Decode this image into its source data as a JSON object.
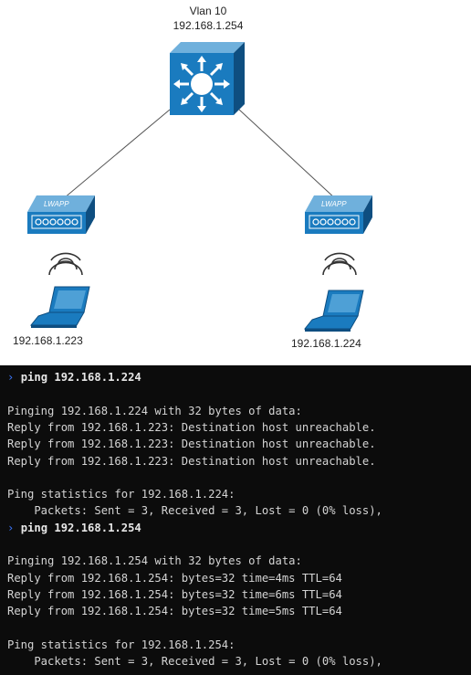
{
  "diagram": {
    "switch": {
      "vlan_label": "Vlan 10",
      "ip": "192.168.1.254",
      "icon": "multilayer-switch-icon"
    },
    "left_host": {
      "ip": "192.168.1.223",
      "ap_icon": "wireless-access-point-icon",
      "laptop_icon": "laptop-icon"
    },
    "right_host": {
      "ip": "192.168.1.224",
      "ap_icon": "wireless-access-point-icon",
      "laptop_icon": "laptop-icon"
    },
    "ap_label": "LWAPP",
    "colors": {
      "device_blue": "#1a7bbf",
      "device_blue_dark": "#0e4e80",
      "link": "#555555"
    }
  },
  "terminal": {
    "prompt_symbol": "›",
    "lines": [
      {
        "type": "command",
        "text": "ping 192.168.1.224"
      },
      {
        "type": "blank",
        "text": ""
      },
      {
        "type": "output",
        "text": "Pinging 192.168.1.224 with 32 bytes of data:"
      },
      {
        "type": "output",
        "text": "Reply from 192.168.1.223: Destination host unreachable."
      },
      {
        "type": "output",
        "text": "Reply from 192.168.1.223: Destination host unreachable."
      },
      {
        "type": "output",
        "text": "Reply from 192.168.1.223: Destination host unreachable."
      },
      {
        "type": "blank",
        "text": ""
      },
      {
        "type": "output",
        "text": "Ping statistics for 192.168.1.224:"
      },
      {
        "type": "output",
        "text": "    Packets: Sent = 3, Received = 3, Lost = 0 (0% loss),"
      },
      {
        "type": "command",
        "text": "ping 192.168.1.254"
      },
      {
        "type": "blank",
        "text": ""
      },
      {
        "type": "output",
        "text": "Pinging 192.168.1.254 with 32 bytes of data:"
      },
      {
        "type": "output",
        "text": "Reply from 192.168.1.254: bytes=32 time=4ms TTL=64"
      },
      {
        "type": "output",
        "text": "Reply from 192.168.1.254: bytes=32 time=6ms TTL=64"
      },
      {
        "type": "output",
        "text": "Reply from 192.168.1.254: bytes=32 time=5ms TTL=64"
      },
      {
        "type": "blank",
        "text": ""
      },
      {
        "type": "output",
        "text": "Ping statistics for 192.168.1.254:"
      },
      {
        "type": "output",
        "text": "    Packets: Sent = 3, Received = 3, Lost = 0 (0% loss),"
      }
    ]
  }
}
